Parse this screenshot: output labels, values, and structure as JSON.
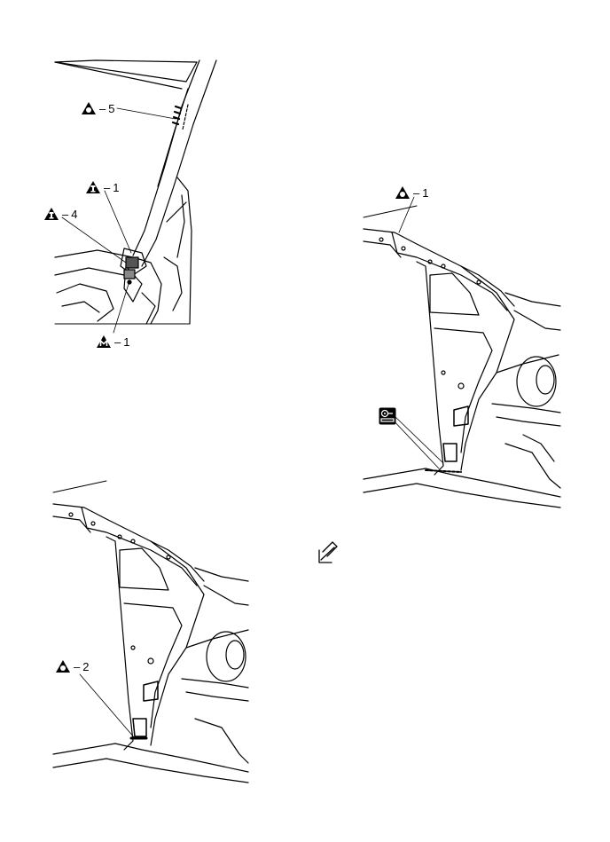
{
  "callouts": {
    "top_a": {
      "num": "5"
    },
    "top_b": {
      "num": "1"
    },
    "top_c": {
      "num": "4"
    },
    "top_d": {
      "num": "1"
    },
    "right_a": {
      "num": "1"
    },
    "bottom_a": {
      "num": "2"
    }
  },
  "icons": {
    "triangle_o": "triangle-circle-icon",
    "triangle_i": "triangle-i-icon",
    "triangle_m": "triangle-m-icon",
    "square_g": "square-gauge-icon",
    "view_arrow": "view-direction-arrow-icon"
  }
}
